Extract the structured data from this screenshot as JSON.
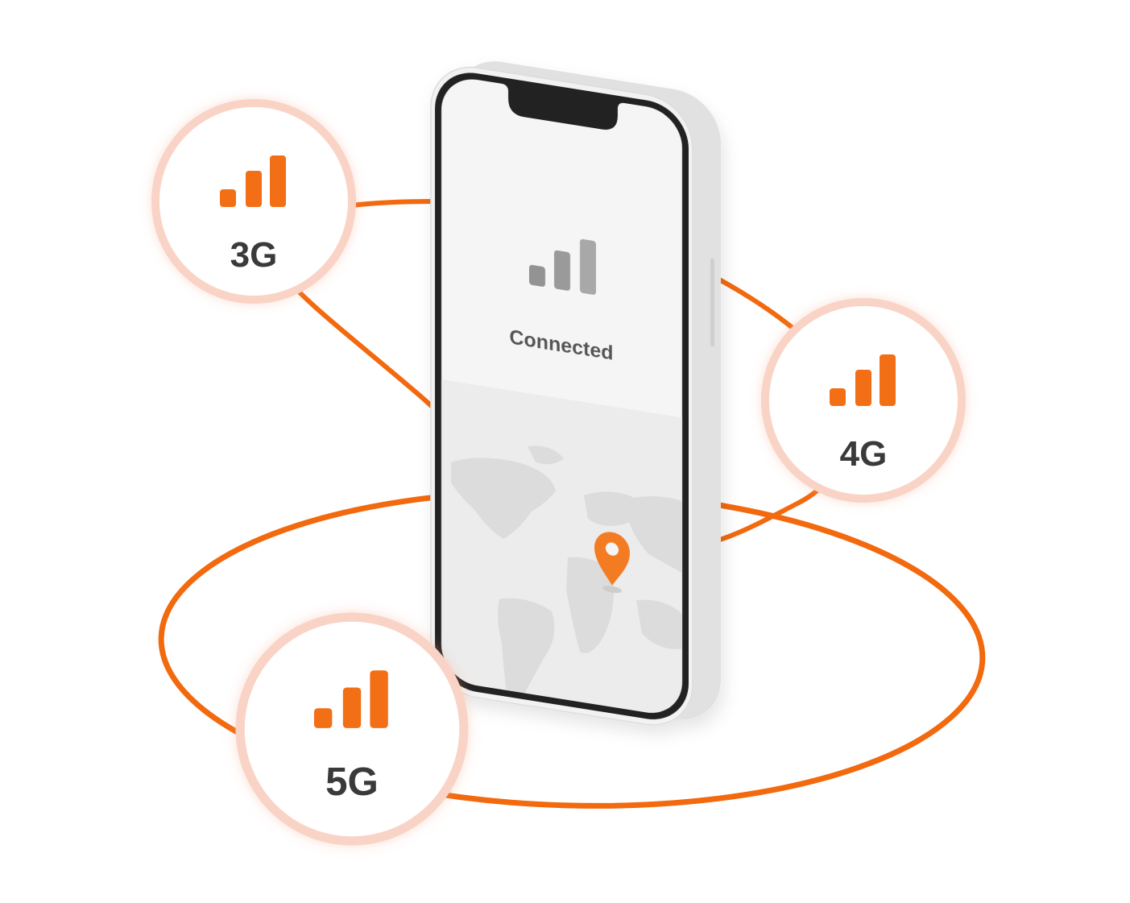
{
  "phone": {
    "status_label": "Connected",
    "status_icon": "signal-bars-icon",
    "location_icon": "location-pin-icon",
    "background_map": "world-map"
  },
  "badges": [
    {
      "label": "3G",
      "icon": "signal-bars-icon"
    },
    {
      "label": "4G",
      "icon": "signal-bars-icon"
    },
    {
      "label": "5G",
      "icon": "signal-bars-icon"
    }
  ],
  "colors": {
    "accent": "#f36f15",
    "ring": "#f2690e",
    "badge_border": "#f9d4c6",
    "label": "#3a3a3a",
    "status_text": "#555555",
    "status_bars": "#8d8d8d",
    "pin": "#f37b20"
  }
}
